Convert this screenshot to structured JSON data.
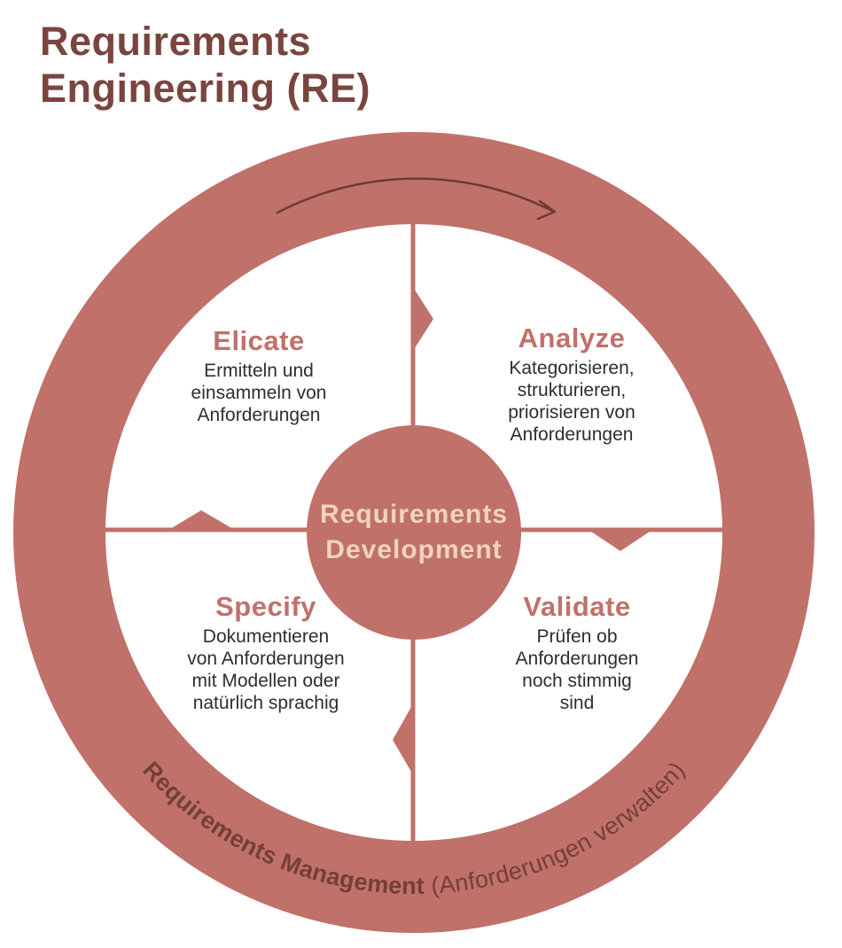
{
  "title": {
    "line1": "Requirements",
    "line2": "Engineering (RE)"
  },
  "center": {
    "line1": "Requirements",
    "line2": "Development"
  },
  "quadrants": [
    {
      "id": "elicate",
      "heading": "Elicate",
      "body": "Ermitteln und\neinsammeln von\nAnforderungen"
    },
    {
      "id": "analyze",
      "heading": "Analyze",
      "body": "Kategorisieren,\nstrukturieren,\npriorisieren von\nAnforderungen"
    },
    {
      "id": "specify",
      "heading": "Specify",
      "body": "Dokumentieren\nvon Anforderungen\nmit Modellen oder\nnatürlich sprachig"
    },
    {
      "id": "validate",
      "heading": "Validate",
      "body": "Prüfen ob\nAnforderungen\nnoch stimmig\nsind"
    }
  ],
  "ring_label": {
    "bold": "Requirements Management",
    "regular": " (Anforderungen verwalten)"
  },
  "icons": {
    "cycle-direction-arrow": "thin curved arrow pointing clockwise (right)",
    "flow-arrow-top": "triangle-right",
    "flow-arrow-right": "triangle-down",
    "flow-arrow-bottom": "triangle-left",
    "flow-arrow-left": "triangle-up"
  },
  "colors": {
    "terracotta": "#c0716a",
    "title_maroon": "#7a453f",
    "ring_label_maroon": "#733f39",
    "arrow_maroon": "#6d3b36",
    "center_text_cream": "#f1d3bd",
    "body_text": "#2e2e2e",
    "background": "#ffffff"
  }
}
